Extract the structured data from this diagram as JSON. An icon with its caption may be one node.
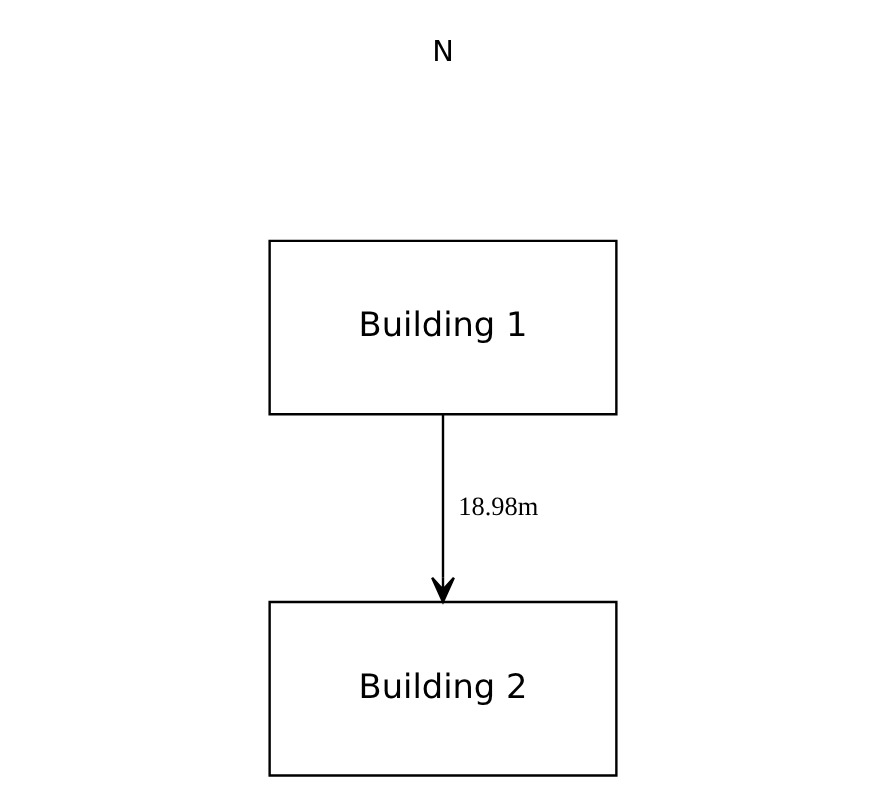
{
  "diagram": {
    "nodes": [
      {
        "text": [
          "Building 1"
        ]
      },
      {
        "text": [
          "Building 2"
        ]
      }
    ],
    "edges": [
      {
        "from": 0,
        "to": 1,
        "arrow": "to",
        "label": "18.98m"
      }
    ],
    "labels": [
      "N"
    ]
  }
}
